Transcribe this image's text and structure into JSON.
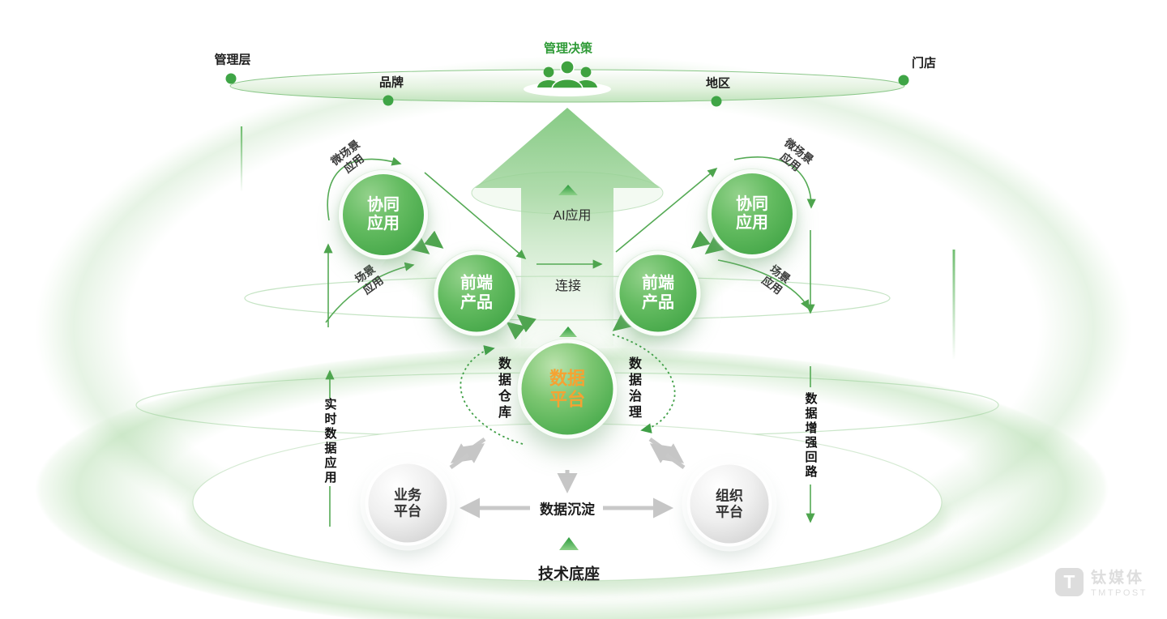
{
  "top": {
    "decision_label": "管理决策",
    "nodes": {
      "management": "管理层",
      "brand": "品牌",
      "region": "地区",
      "store": "门店"
    }
  },
  "apps": {
    "collab": "协同应用",
    "front": "前端产品",
    "ai": "AI应用",
    "connect": "连接",
    "micro_scene": "微场景应用",
    "scene": "场景应用"
  },
  "center": {
    "platform": "数据平台",
    "warehouse": "数据仓库",
    "governance": "数据治理"
  },
  "loops": {
    "left": "实时数据应用",
    "right": "数据增强回路"
  },
  "bottom": {
    "business": "业务平台",
    "organization": "组织平台",
    "deposit": "数据沉淀",
    "foundation": "技术底座"
  },
  "watermark": {
    "symbol": "T",
    "name": "钛媒体",
    "sub": "TMTPOST"
  },
  "colors": {
    "primary_green": "#48a94b",
    "dark_green": "#2f9b37",
    "light_green": "#a9d8a4",
    "accent_orange": "#f6a232",
    "gray_arrow": "#c8c8c8"
  }
}
